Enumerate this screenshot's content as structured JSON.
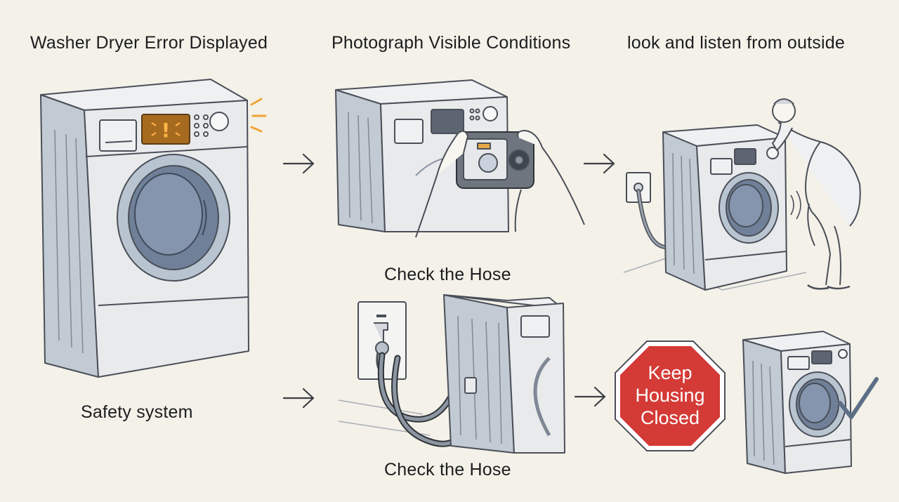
{
  "headings": {
    "step1": "Washer Dryer Error Displayed",
    "step2": "Photograph Visible Conditions",
    "step3": "look and listen from outside"
  },
  "captions": {
    "safety": "Safety system",
    "hose_top": "Check the Hose",
    "hose_bottom": "Check the Hose"
  },
  "sign": {
    "lines": [
      "Keep",
      "Housing",
      "Closed"
    ],
    "color": "#d43a36"
  },
  "icons": {
    "error_display": "warning-icon",
    "check": "checkmark-icon",
    "arrow": "right-arrow-icon"
  },
  "colors": {
    "background": "#f3f1e8",
    "machine_body": "#e7e8ea",
    "machine_shadow": "#b7c0cc",
    "outline": "#4a4f58",
    "display_glow": "#f0a437",
    "check": "#5d6f86"
  }
}
